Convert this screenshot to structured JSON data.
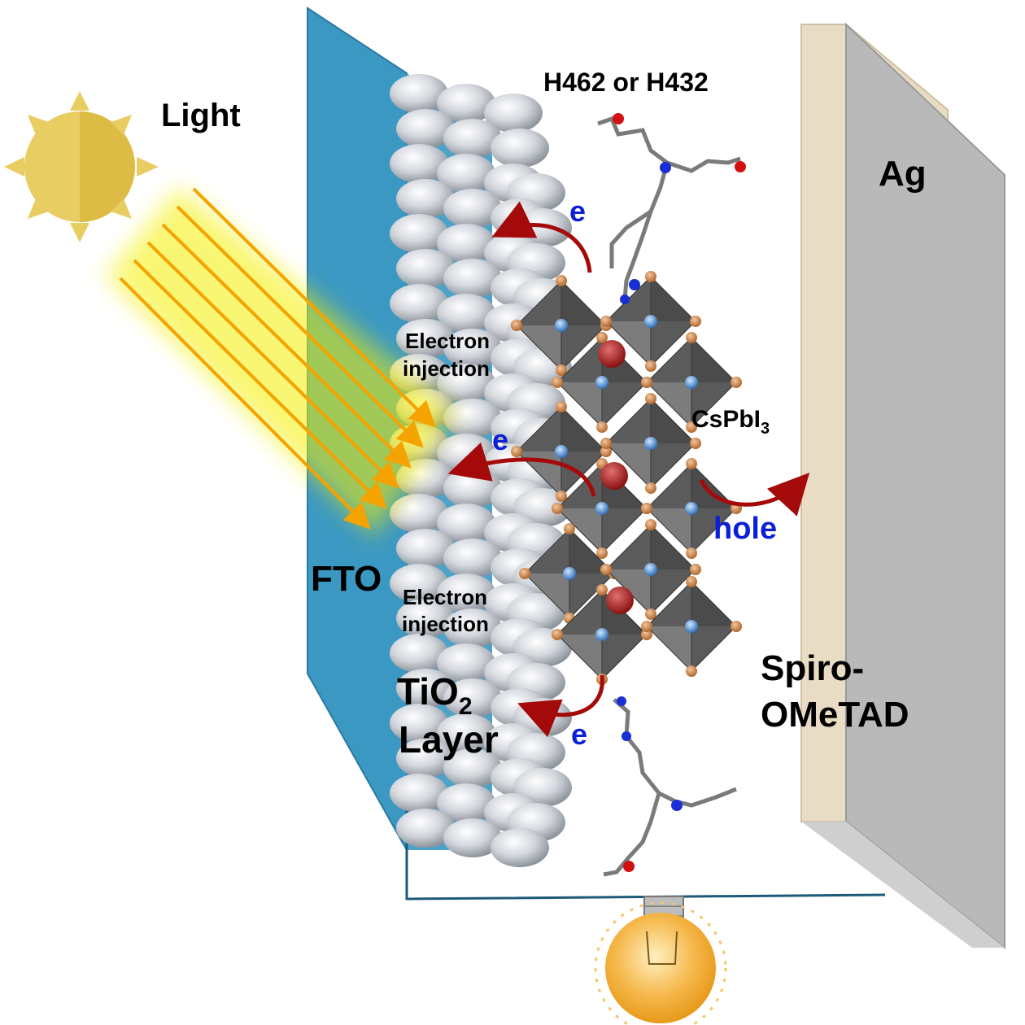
{
  "labels": {
    "light": "Light",
    "dye": "H462 or H432",
    "ag": "Ag",
    "e_top": "e",
    "e_mid": "e",
    "e_bottom": "e",
    "injection_top_1": "Electron",
    "injection_top_2": "injection",
    "injection_bottom_1": "Electron",
    "injection_bottom_2": "injection",
    "perovskite_main": "CsPbI",
    "perovskite_sub": "3",
    "hole": "hole",
    "fto": "FTO",
    "tio2_main": "TiO",
    "tio2_sub": "2",
    "tio2_layer": "Layer",
    "spiro_1": "Spiro-",
    "spiro_2": "OMeTAD"
  },
  "colors": {
    "fto": "#3b98c2",
    "ag": "#b9b9b9",
    "spiro": "#e9dcc4",
    "sun": "#e8cd62",
    "beam": "#f2c500",
    "arrow": "#a50a0a",
    "electron_label": "#0b1fd6",
    "wire": "#1d5a78"
  },
  "icons": [
    "sun-icon",
    "light-bulb-icon",
    "perovskite-crystal-icon",
    "molecule-icon"
  ]
}
